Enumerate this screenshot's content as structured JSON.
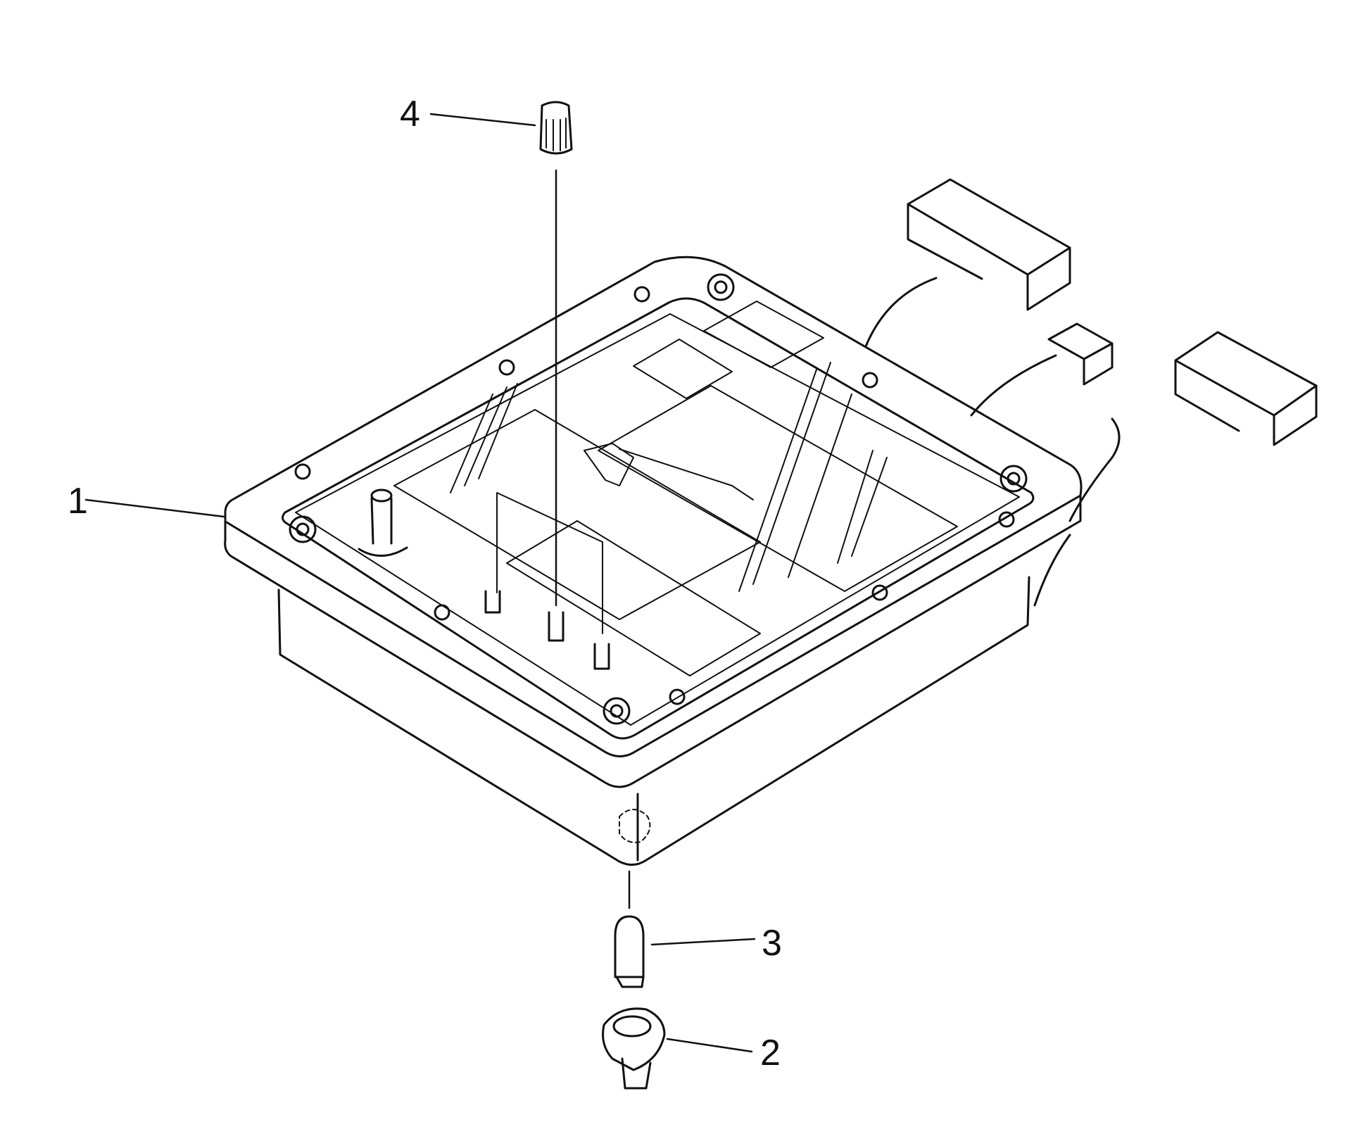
{
  "diagram": {
    "callouts": [
      {
        "id": "1",
        "label": "1"
      },
      {
        "id": "2",
        "label": "2"
      },
      {
        "id": "3",
        "label": "3"
      },
      {
        "id": "4",
        "label": "4"
      }
    ],
    "colors": {
      "ink": "#111111",
      "background": "#ffffff"
    }
  }
}
